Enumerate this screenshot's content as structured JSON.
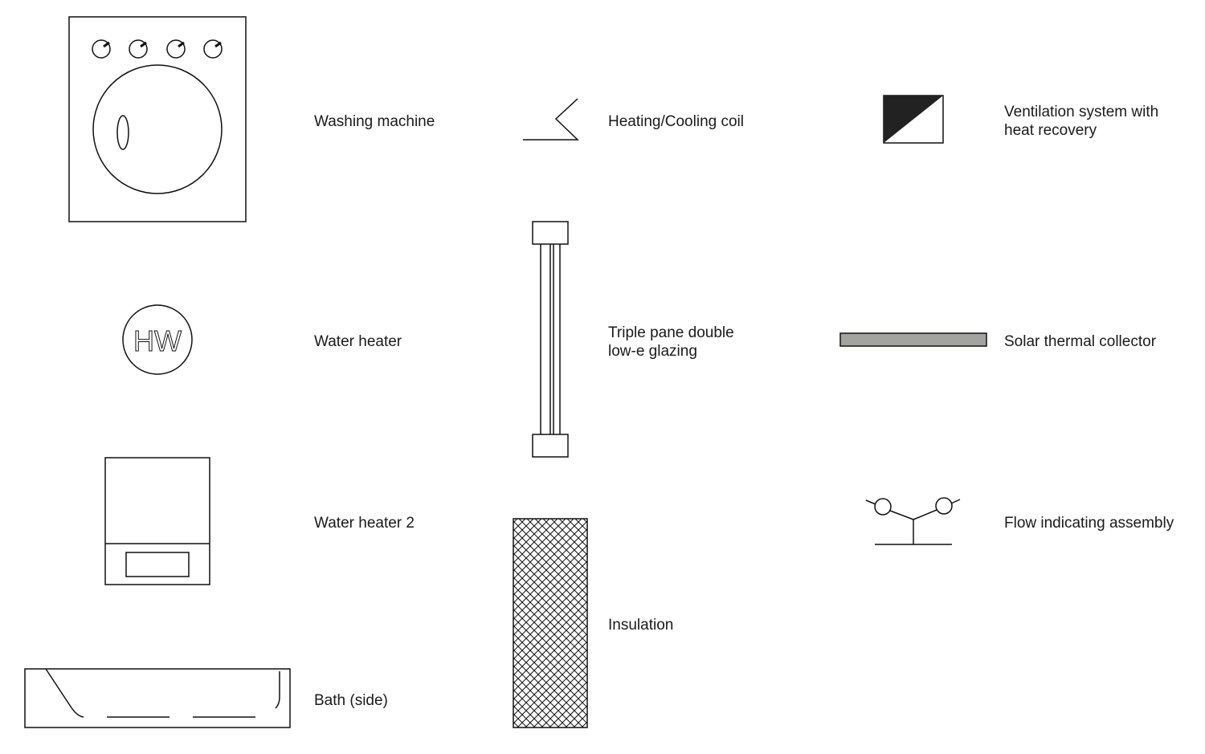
{
  "symbols": {
    "washing_machine": "Washing machine",
    "water_heater": "Water heater",
    "water_heater_mark": "HW",
    "water_heater_2": "Water heater 2",
    "bath_side": "Bath (side)",
    "heating_cooling_coil": "Heating/Cooling coil",
    "triple_pane_1": "Triple pane double",
    "triple_pane_2": "low-e glazing",
    "insulation": "Insulation",
    "ventilation_1": "Ventilation system with",
    "ventilation_2": "heat recovery",
    "solar_thermal_collector": "Solar thermal collector",
    "flow_indicating_assembly": "Flow indicating assembly"
  },
  "colors": {
    "stroke": "#111111",
    "solar_fill": "#a3a49f",
    "vent_fill": "#222222"
  }
}
